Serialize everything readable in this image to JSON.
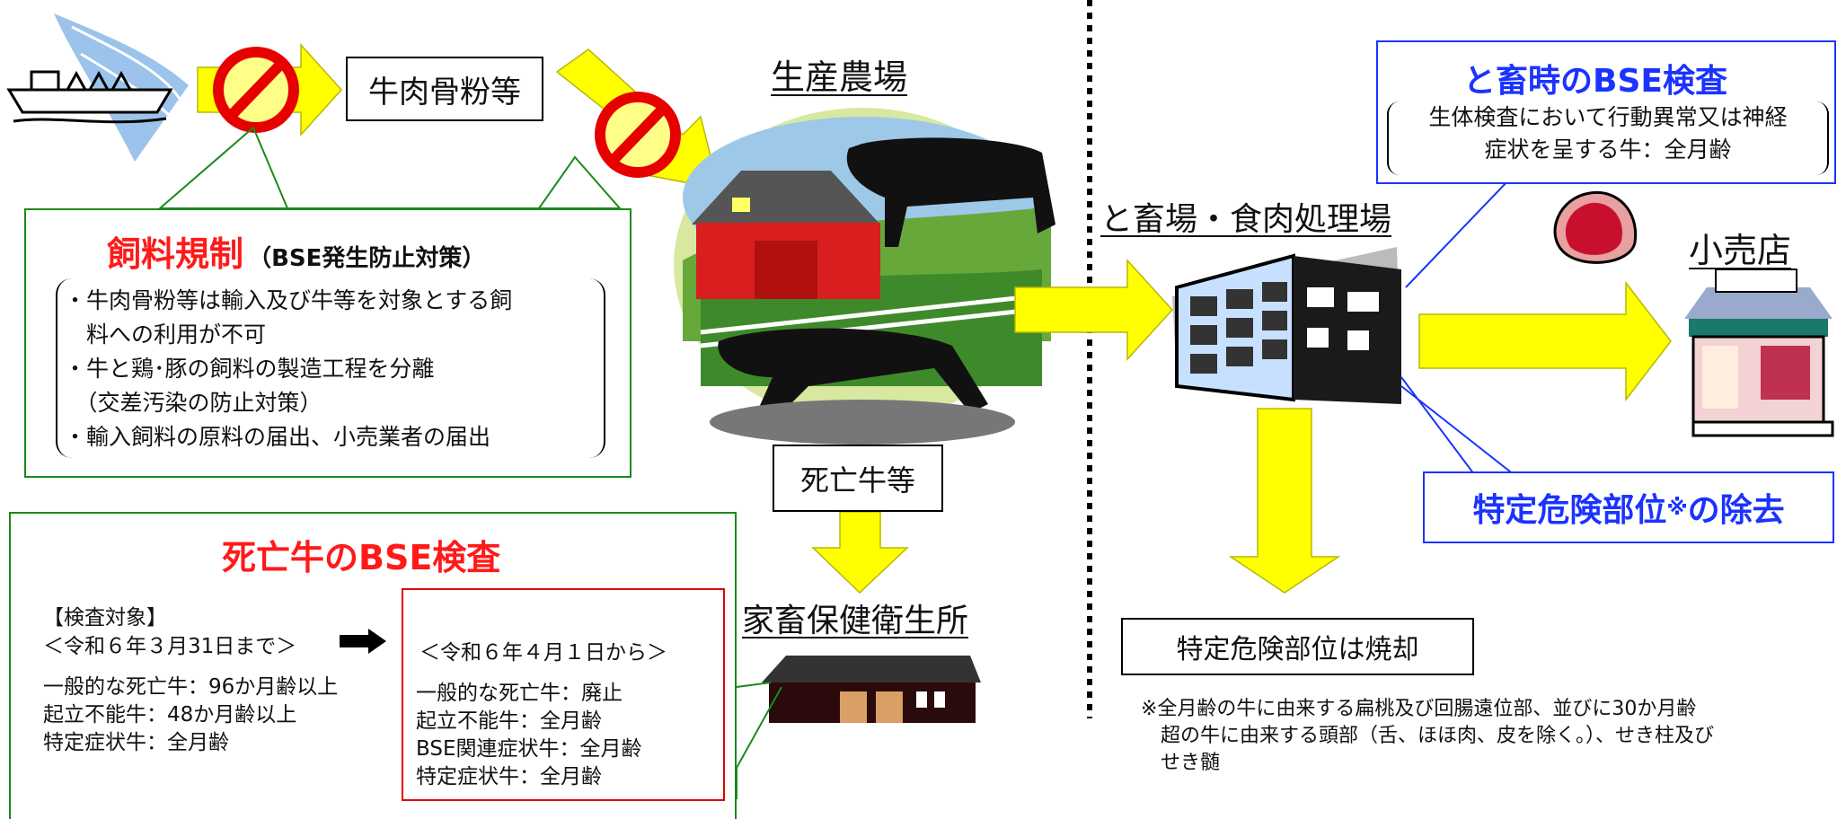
{
  "top_left_box": {
    "label": "牛肉骨粉等"
  },
  "farm": {
    "label": "生産農場"
  },
  "feed_regulation": {
    "title_main": "飼料規制",
    "title_sub": "（BSE発生防止対策）",
    "lines": [
      "・牛肉骨粉等は輸入及び牛等を対象とする飼",
      "　料への利用が不可",
      "・牛と鶏･豚の飼料の製造工程を分離",
      "　（交差汚染の防止対策）",
      "・輸入飼料の原料の届出、小売業者の届出"
    ]
  },
  "dead_cattle_box": {
    "label": "死亡牛等"
  },
  "health_center": {
    "label": "家畜保健衛生所"
  },
  "dead_cattle_inspection": {
    "title": "死亡牛のBSE検査",
    "target_heading": "【検査対象】",
    "before_period": "＜令和６年３月31日まで＞",
    "before_lines": [
      "一般的な死亡牛：96か月齢以上",
      "起立不能牛：48か月齢以上",
      "特定症状牛：全月齢"
    ],
    "after_period": "＜令和６年４月１日から＞",
    "after_lines": [
      "一般的な死亡牛：廃止",
      "起立不能牛：全月齢",
      "BSE関連症状牛：全月齢",
      "特定症状牛：全月齢"
    ]
  },
  "slaughterhouse": {
    "label": "と畜場・食肉処理場"
  },
  "slaughter_inspection": {
    "title": "と畜時のBSE検査",
    "lines": [
      "生体検査において行動異常又は神経",
      "症状を呈する牛：全月齢"
    ]
  },
  "retail": {
    "label": "小売店"
  },
  "srm_removal": {
    "title_a": "特定危険部位",
    "title_mark": "※",
    "title_b": "の除去"
  },
  "incineration": {
    "label": "特定危険部位は焼却"
  },
  "footnote": {
    "lines": [
      "※全月齢の牛に由来する扁桃及び回腸遠位部、並びに30か月齢",
      "　超の牛に由来する頭部（舌、ほほ肉、皮を除く。）、せき柱及び",
      "　せき髄"
    ]
  },
  "colors": {
    "arrow_yellow": "#ffff00",
    "prohibit_red": "#e60000",
    "feed_green": "#1a8a1a",
    "blue": "#1a33ff",
    "title_red": "#ff1a1a"
  }
}
